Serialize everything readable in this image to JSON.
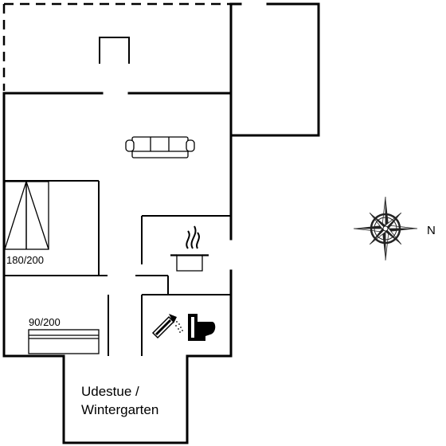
{
  "rooms": {
    "double_bed_size": "180/200",
    "single_bed_size": "90/200",
    "sunroom_line1": "Udestue /",
    "sunroom_line2": "Wintergarten"
  },
  "compass": {
    "north_label": "N"
  },
  "icons": [
    "sofa-icon",
    "double-bed-icon",
    "single-bed-icon",
    "cooking-pot-icon",
    "shower-icon",
    "toilet-icon",
    "compass-rose-icon"
  ]
}
